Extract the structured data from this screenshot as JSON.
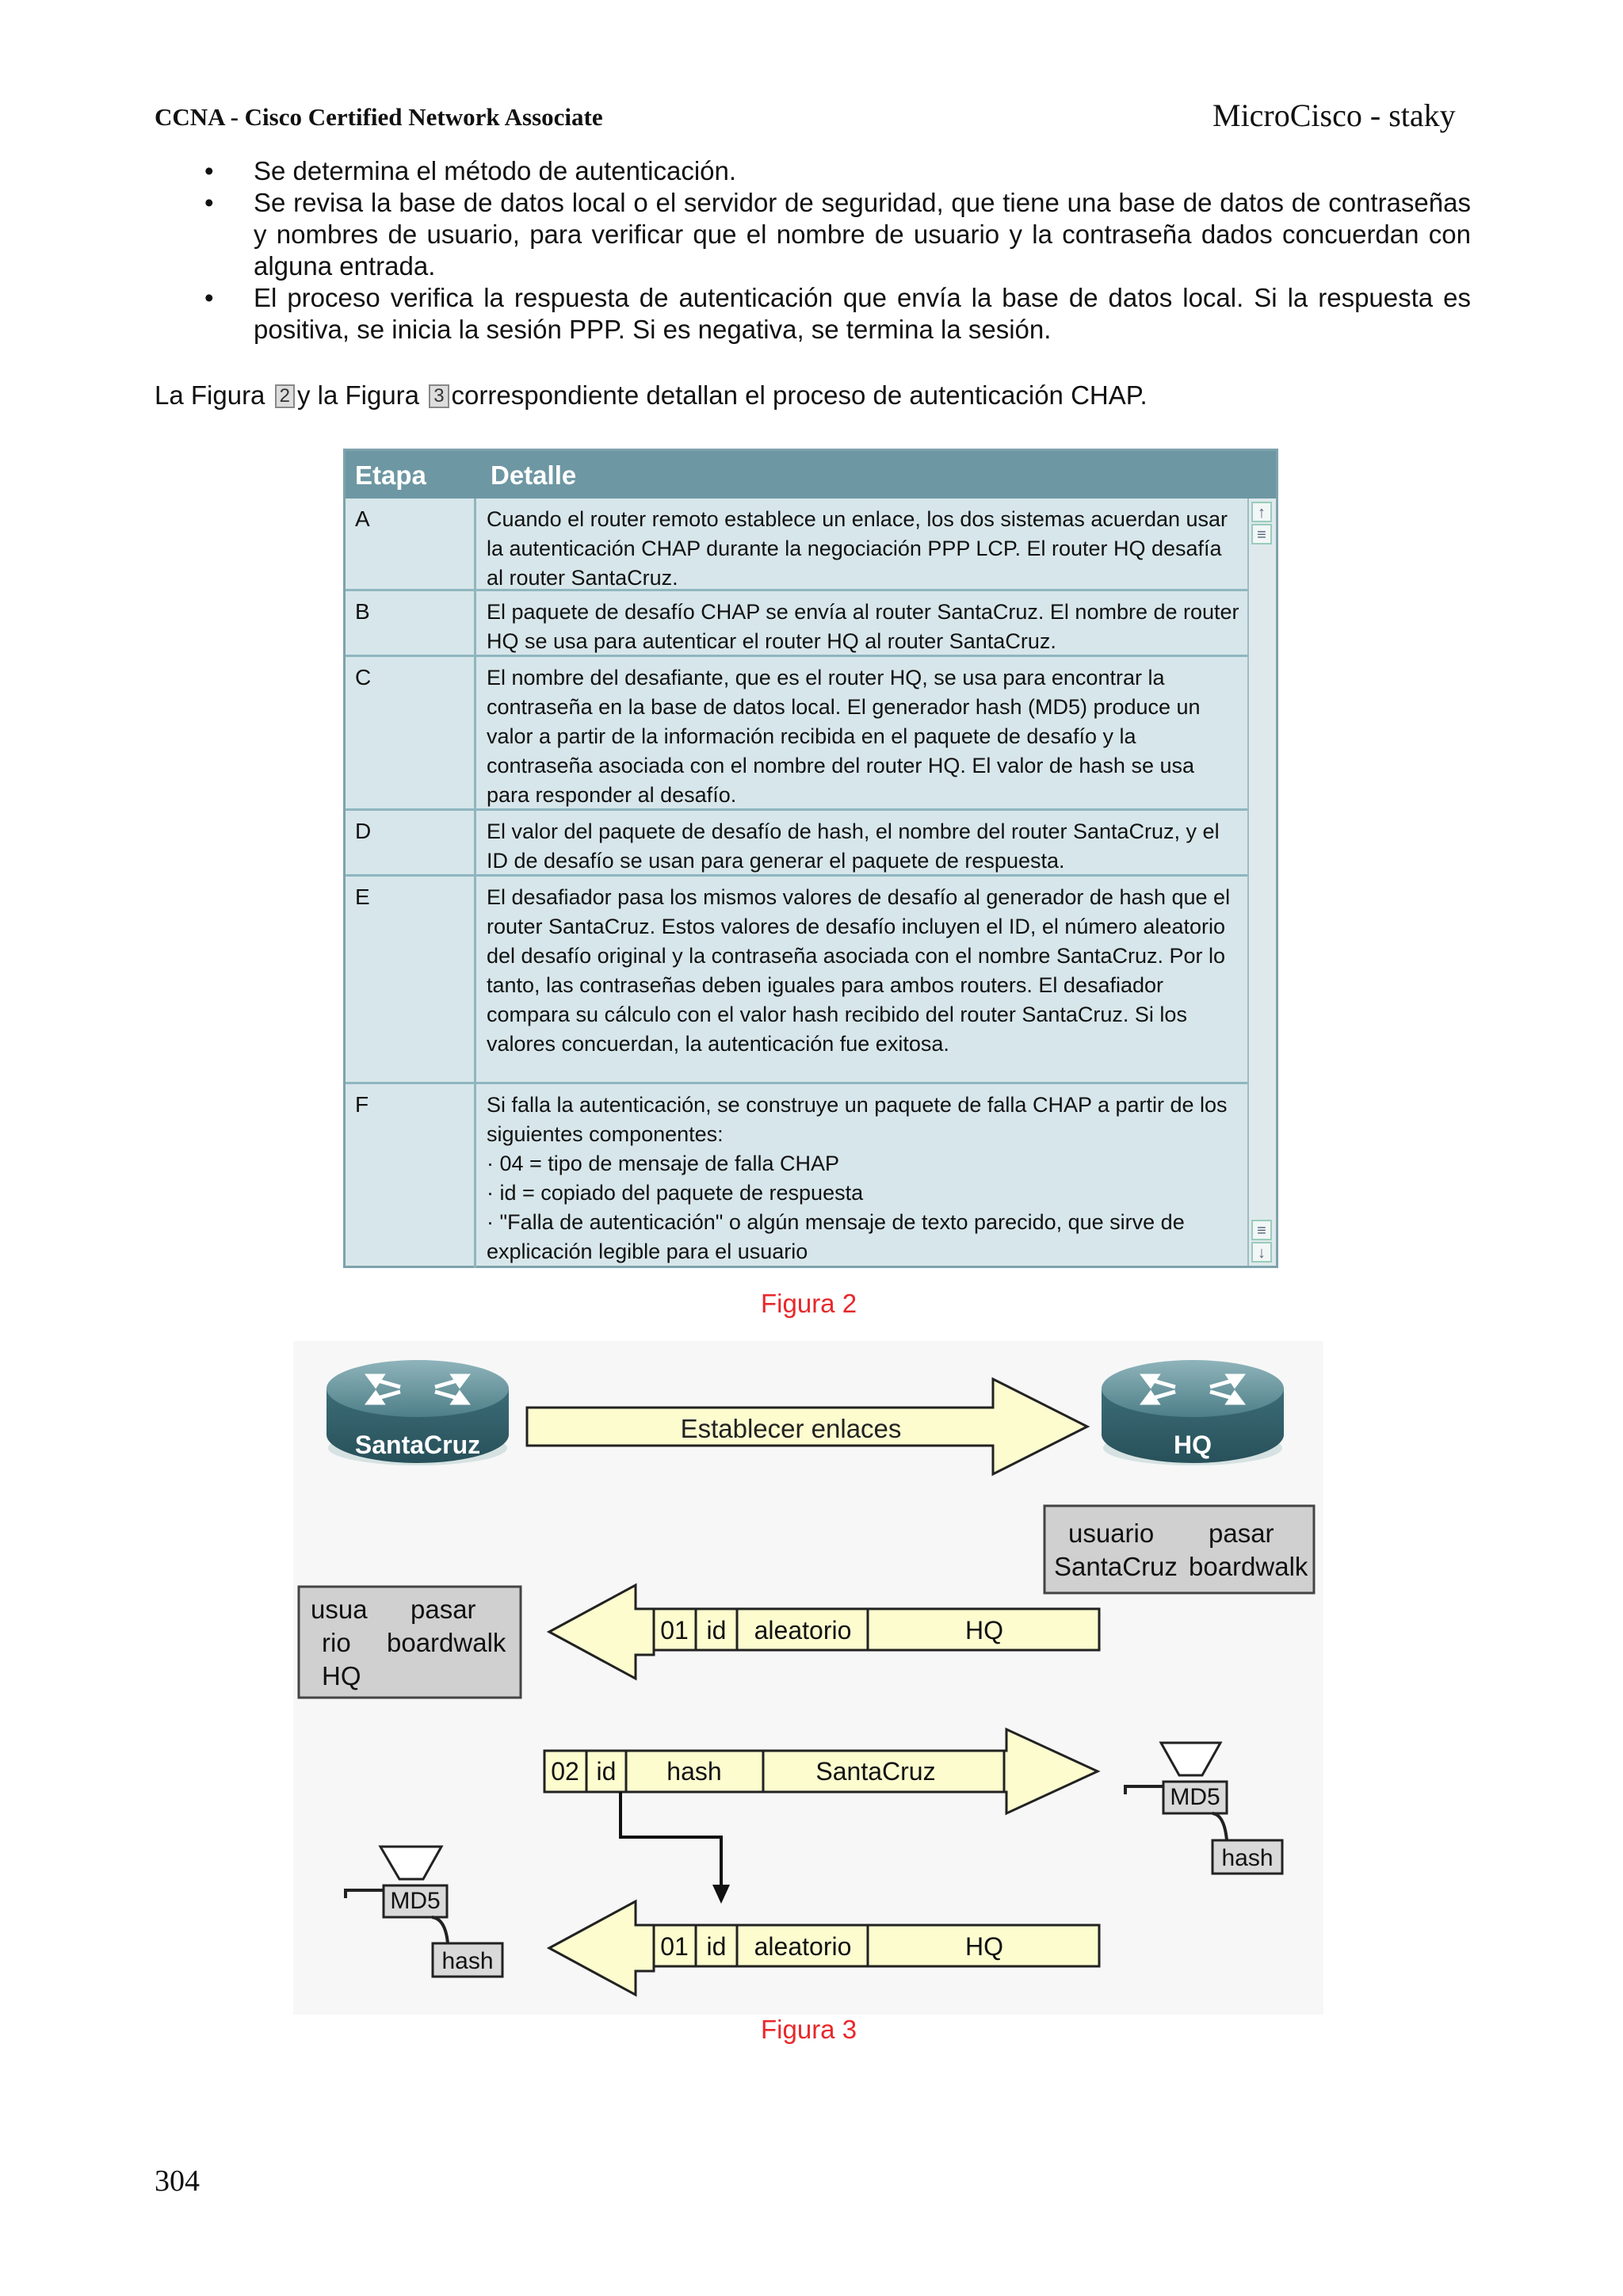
{
  "header": {
    "left": "CCNA - Cisco Certified Network Associate",
    "right": "MicroCisco - staky"
  },
  "bullets": [
    "Se determina el método de autenticación.",
    "Se revisa la base de datos local o el servidor de seguridad, que tiene una base de datos de contraseñas y nombres de usuario, para verificar que el nombre de usuario y la contraseña dados concuerdan con alguna entrada.",
    "El proceso verifica la respuesta de autenticación que envía la base de datos local. Si la respuesta es positiva, se inicia la sesión PPP. Si es negativa, se termina la sesión."
  ],
  "intro": {
    "part1": "La Figura",
    "ref1": "2",
    "part2": "y la Figura",
    "ref2": "3",
    "part3": "correspondiente detallan el proceso de autenticación CHAP."
  },
  "figure2": {
    "col_stage": "Etapa",
    "col_detail": "Detalle",
    "rows": [
      {
        "stage": "A",
        "detail": "Cuando el router remoto establece un enlace, los dos sistemas acuerdan usar la autenticación CHAP durante la negociación PPP LCP. El router HQ desafía al router SantaCruz."
      },
      {
        "stage": "B",
        "detail": "El paquete de desafío CHAP se envía al router SantaCruz. El nombre de router HQ se usa para autenticar el router HQ al router SantaCruz."
      },
      {
        "stage": "C",
        "detail": "El nombre del desafiante, que es el router HQ, se usa para encontrar la contraseña en la base de datos local. El generador hash (MD5) produce un valor a partir de la información recibida en el paquete de desafío y la contraseña asociada con el nombre del router HQ. El valor de hash se usa para responder al desafío."
      },
      {
        "stage": "D",
        "detail": "El valor del paquete de desafío de hash, el nombre del router SantaCruz, y el ID de desafío se usan para generar el paquete de respuesta."
      },
      {
        "stage": "E",
        "detail": "El desafiador pasa los mismos valores de desafío al generador de hash que el router SantaCruz. Estos valores de desafío incluyen el ID, el número aleatorio del desafío original y la contraseña asociada con el nombre SantaCruz. Por lo tanto, las contraseñas deben iguales para ambos routers. El desafiador compara su cálculo con el valor hash recibido del router SantaCruz. Si los valores concuerdan, la autenticación fue exitosa."
      },
      {
        "stage": "F",
        "detail_lines": [
          "Si falla la autenticación, se construye un paquete de falla CHAP a partir de los siguientes componentes:",
          "· 04 = tipo de mensaje de falla CHAP",
          "· id = copiado del paquete de respuesta",
          "· \"Falla de autenticación\" o algún mensaje de texto parecido, que sirve de explicación legible para el usuario"
        ]
      }
    ],
    "caption": "Figura 2"
  },
  "figure3": {
    "router_left": "SantaCruz",
    "router_right": "HQ",
    "link_label": "Establecer enlaces",
    "hq_db": {
      "col1": "usuario",
      "col2": "pasar",
      "user": "SantaCruz",
      "pass": "boardwalk"
    },
    "sc_db": {
      "line1a": "usua",
      "line1b": "pasar",
      "line2a": "rio",
      "line2b": "boardwalk",
      "line3": "HQ"
    },
    "challenge_packet": {
      "code": "01",
      "id": "id",
      "value": "aleatorio",
      "name": "HQ"
    },
    "response_packet": {
      "code": "02",
      "id": "id",
      "value": "hash",
      "name": "SantaCruz"
    },
    "failure_packet": {
      "code": "01",
      "id": "id",
      "value": "aleatorio",
      "name": "HQ"
    },
    "md5_label": "MD5",
    "hash_label": "hash",
    "caption": "Figura 3"
  },
  "page_number": "304"
}
